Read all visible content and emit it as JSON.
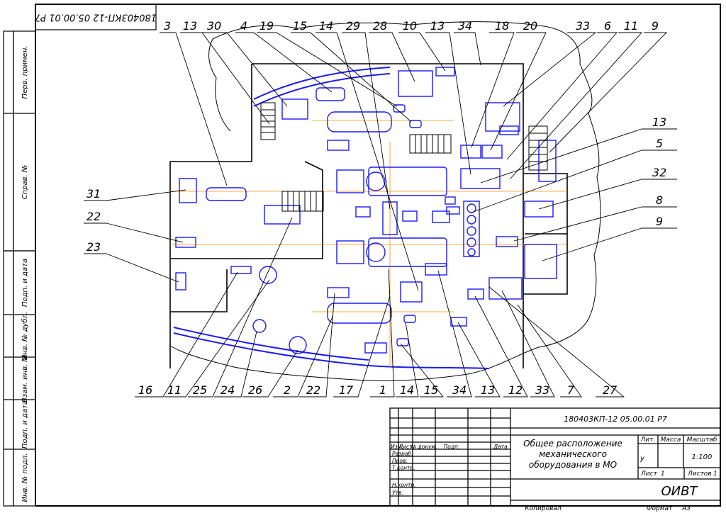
{
  "document": {
    "code_top_rotated": "180403КП-12 05.00.01 Р7",
    "code_stamp": "180403КП-12 05.00.01 Р7",
    "title": [
      "Общее расположение",
      "механического",
      "оборудования в МО"
    ],
    "organization": "ОИВТ"
  },
  "left_margin_labels": [
    "Перв. примен.",
    "Справ. №",
    "Подп. и дата",
    "Инв. № дубл.",
    "Взам. инв. №",
    "Подп. и дата",
    "Инв. № подл."
  ],
  "stamp": {
    "headers": [
      "Изм.",
      "Лист",
      "№ докум.",
      "Подп.",
      "Дата"
    ],
    "roles": [
      "Разраб.",
      "Пров.",
      "Т.контр.",
      "",
      "Н.контр.",
      "Утв."
    ],
    "col_lit": "Лит.",
    "col_mass": "Масса",
    "col_scale": "Масштаб",
    "lit_value": "у",
    "scale_value": "1:100",
    "sheet_label": "Лист",
    "sheet_value": "1",
    "sheets_label": "Листов",
    "sheets_value": "1"
  },
  "footer": {
    "copied": "Копировал",
    "format_label": "Формат",
    "format_value": "А3"
  },
  "callouts_top": [
    "3",
    "13",
    "30",
    "4",
    "19",
    "15",
    "14",
    "29",
    "28",
    "10",
    "13",
    "34",
    "18",
    "20",
    "33",
    "6",
    "11",
    "9"
  ],
  "callouts_right": [
    "13",
    "5",
    "32",
    "8",
    "9"
  ],
  "callouts_left": [
    "31",
    "22",
    "23"
  ],
  "callouts_bottom": [
    "16",
    "11",
    "25",
    "24",
    "26",
    "2",
    "22",
    "17",
    "1",
    "14",
    "15",
    "34",
    "13",
    "12",
    "33",
    "7",
    "27"
  ],
  "colors": {
    "frame": "#000000",
    "equipment": "#1a1aff",
    "axis": "#ff8c00",
    "hull": "#000000"
  }
}
